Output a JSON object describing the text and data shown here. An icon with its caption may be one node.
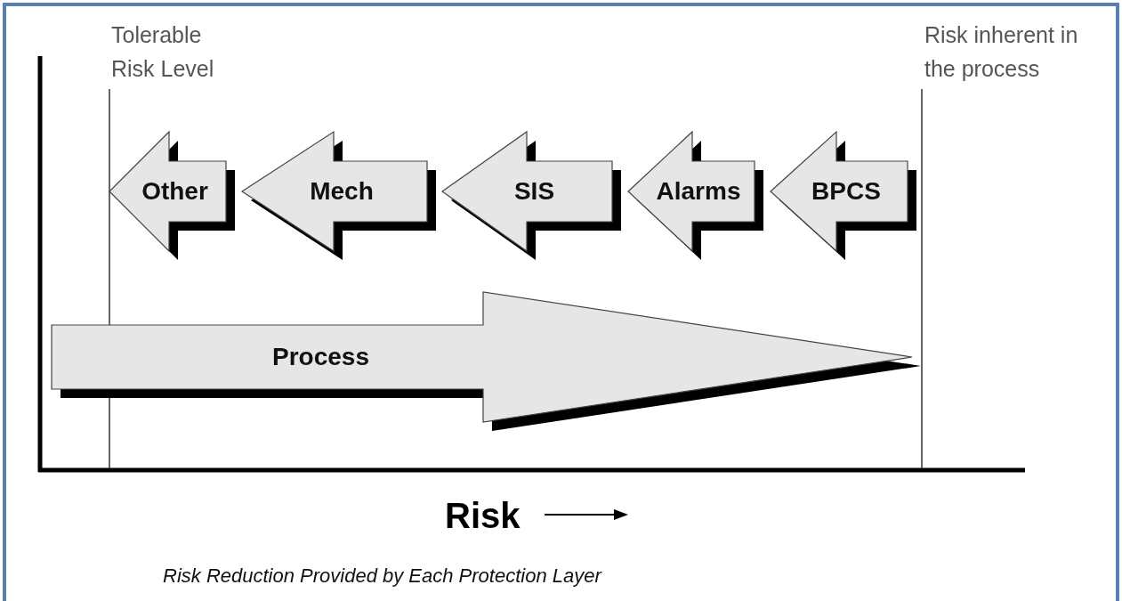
{
  "diagram": {
    "caption": "Risk Reduction Provided by Each Protection Layer",
    "nodes": [
      {
        "text": [
          "Other"
        ]
      },
      {
        "text": [
          "Mech"
        ]
      },
      {
        "text": [
          "SIS"
        ]
      },
      {
        "text": [
          "Alarms"
        ]
      },
      {
        "text": [
          "BPCS"
        ]
      },
      {
        "text": [
          "Process"
        ]
      }
    ],
    "labels": [
      "Tolerable Risk Level",
      "Risk inherent in the process",
      "Risk"
    ]
  }
}
